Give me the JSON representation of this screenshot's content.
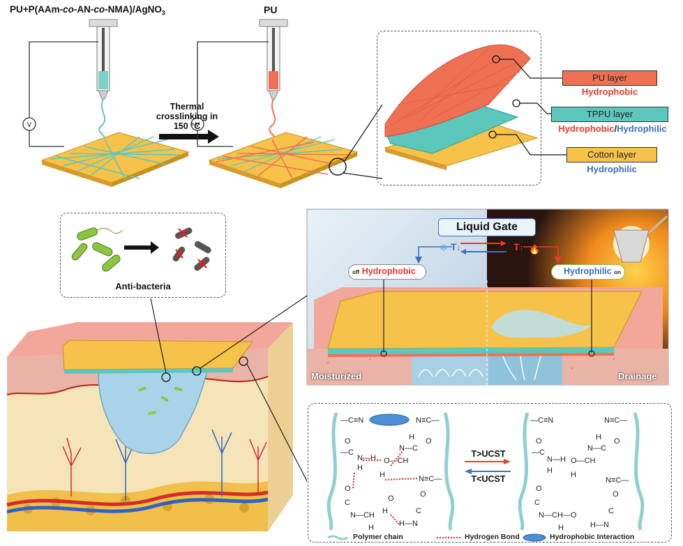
{
  "top": {
    "title_left_prefix": "PU+P(AAm-",
    "title_left_co1": "co",
    "title_left_mid": "-AN-",
    "title_left_co2": "co",
    "title_left_suffix": "-NMA)/AgNO",
    "title_left_sub": "3",
    "title_right": "PU",
    "arrow_line1": "Thermal",
    "arrow_line2": "crosslinking in",
    "arrow_line3": "150 °C",
    "voltage_symbol": "V"
  },
  "layers": [
    {
      "name": "PU layer",
      "property": "Hydrophobic",
      "fill": "#f07054",
      "prop_color": "#e83b2e"
    },
    {
      "name": "TPPU layer",
      "property_a": "Hydrophobic",
      "property_sep": "/",
      "property_b": "Hydrophilic",
      "fill": "#5cc7bc"
    },
    {
      "name": "Cotton layer",
      "property": "Hydrophilic",
      "fill": "#f6c24a",
      "prop_color": "#3a6fc4"
    }
  ],
  "antibacteria": {
    "label": "Anti-bacteria"
  },
  "liquid_gate": {
    "title": "Liquid Gate",
    "t_down": "T",
    "t_up": "T",
    "left_state_off": "off",
    "left_state": "Hydrophobic",
    "right_state": "Hydrophilic",
    "right_state_on": "on",
    "left_caption": "Moisturized",
    "right_caption": "Drainage"
  },
  "chemistry": {
    "arrow_top": "T>UCST",
    "arrow_bottom": "T<UCST",
    "legend": [
      {
        "label": "Polymer chain",
        "icon": "wavy-line-icon"
      },
      {
        "label": "Hydrogen Bond",
        "icon": "dotted-line-icon"
      },
      {
        "label": "Hydrophobic Interaction",
        "icon": "ellipse-icon"
      }
    ]
  },
  "colors": {
    "pu": "#f07054",
    "tppu": "#5cc7bc",
    "cotton": "#f6c24a",
    "hydrophobic": "#e83b2e",
    "hydrophilic": "#3a6fc4",
    "skin": "#f3a79a"
  }
}
